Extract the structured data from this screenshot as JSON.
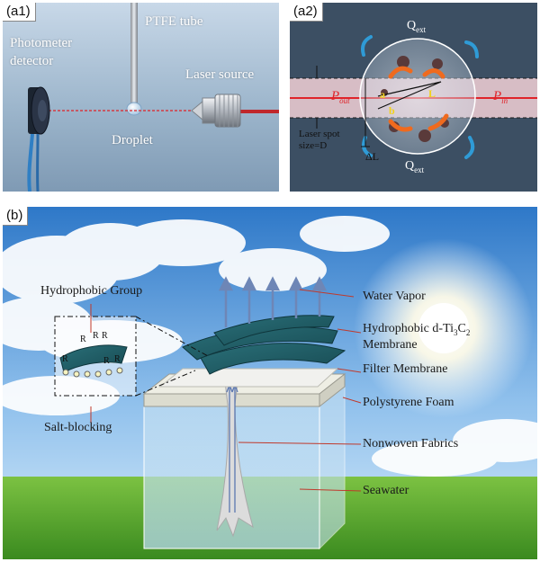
{
  "panel_a1": {
    "label": "(a1)",
    "photometer": "Photometer",
    "detector": "detector",
    "tube": "PTFE tube",
    "laser": "Laser source",
    "droplet": "Droplet"
  },
  "panel_a2": {
    "label": "(a2)",
    "q_ext_top": "Q",
    "q_ext_top_sub": "ext",
    "q_ext_bottom": "Q",
    "q_ext_bottom_sub": "ext",
    "p_out": "P",
    "p_out_sub": "out",
    "p_in": "P",
    "p_in_sub": "in",
    "seg_a": "a",
    "seg_b": "b",
    "seg_l": "L",
    "delta_l": "ΔL",
    "laser_spot_1": "Laser spot",
    "laser_spot_2": "size=D"
  },
  "panel_b": {
    "label": "(b)",
    "hydrophobic_group": "Hydrophobic Group",
    "salt_blocking": "Salt-blocking",
    "r_symbol": "R",
    "water_vapor": "Water Vapor",
    "membrane_line1": "Hydrophobic d-Ti",
    "membrane_sub1": "3",
    "membrane_c": "C",
    "membrane_sub2": "2",
    "membrane_line2": "Membrane",
    "filter_membrane": "Filter Membrane",
    "polystyrene_foam": "Polystyrene Foam",
    "nonwoven_fabrics": "Nonwoven Fabrics",
    "seawater": "Seawater"
  },
  "colors": {
    "laser_red": "#e0242a",
    "membrane_teal": "#1f5a63",
    "vapor_arrow": "#6e86b6",
    "grass_green": "#4c9c2a",
    "flow_blue": "#2f9bd6",
    "heat_orange": "#ef6a1e"
  }
}
